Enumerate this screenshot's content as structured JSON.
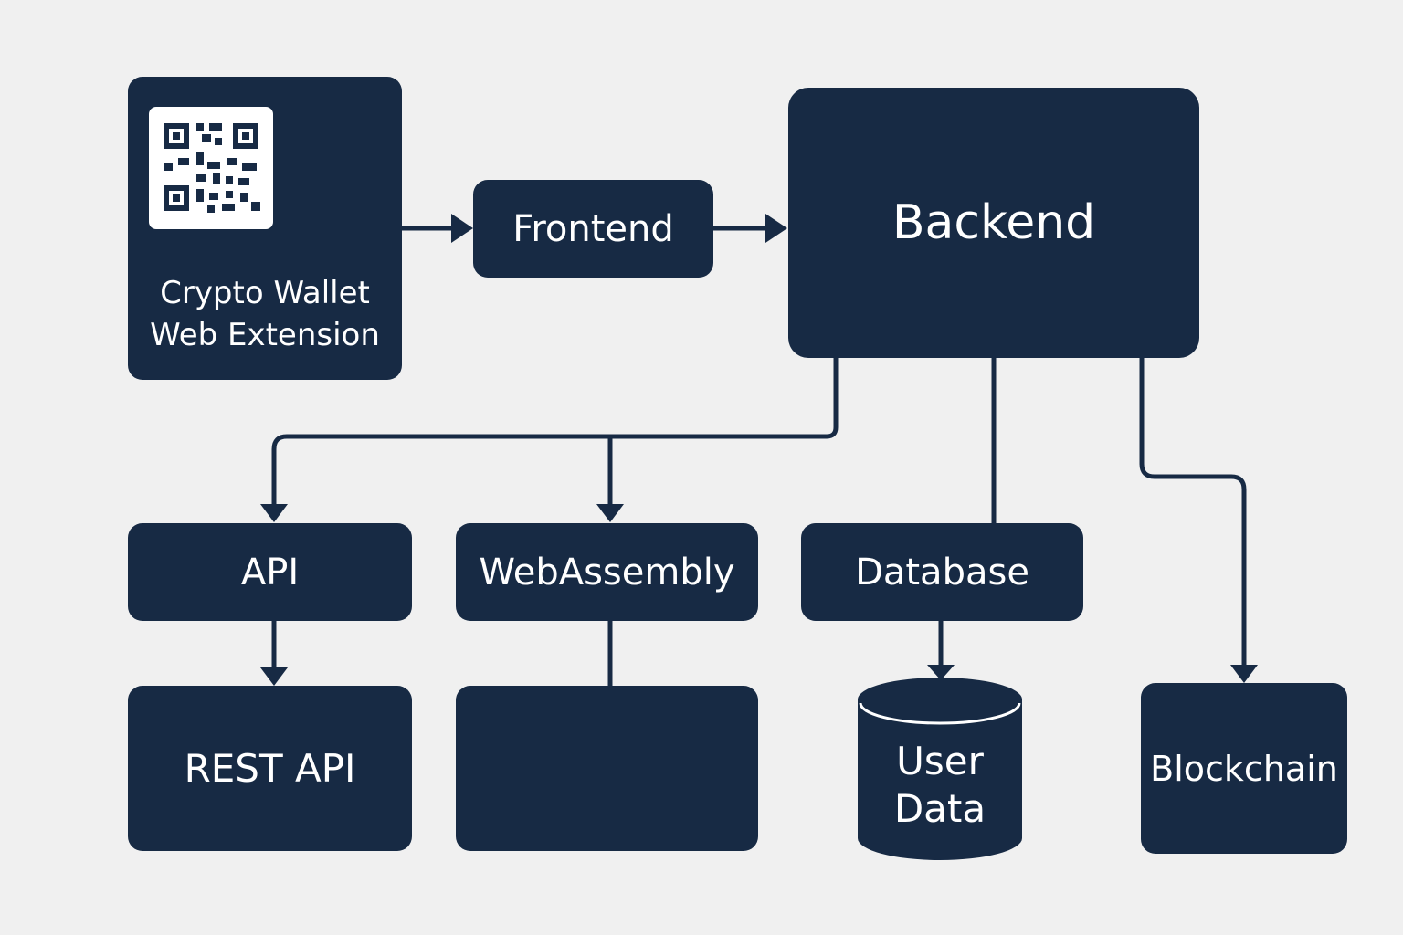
{
  "diagram": {
    "colors": {
      "node": "#172a44",
      "text": "#ffffff",
      "background": "#f0f0f0",
      "connector": "#172a44"
    },
    "nodes": {
      "wallet": {
        "label": "Crypto Wallet\nWeb Extension",
        "icon": "qr-code-icon"
      },
      "frontend": {
        "label": "Frontend"
      },
      "backend": {
        "label": "Backend"
      },
      "api": {
        "label": "API"
      },
      "webassembly": {
        "label": "WebAssembly"
      },
      "database": {
        "label": "Database"
      },
      "rest_api": {
        "label": "REST API"
      },
      "webassembly_child": {
        "label": ""
      },
      "user_data": {
        "label": "User\nData",
        "shape": "cylinder"
      },
      "blockchain": {
        "label": "Blockchain"
      }
    },
    "edges": [
      {
        "from": "wallet",
        "to": "frontend",
        "arrow": true
      },
      {
        "from": "frontend",
        "to": "backend",
        "arrow": true
      },
      {
        "from": "backend",
        "to": "api",
        "arrow": true
      },
      {
        "from": "backend",
        "to": "webassembly",
        "arrow": true
      },
      {
        "from": "backend",
        "to": "database",
        "arrow": false
      },
      {
        "from": "backend",
        "to": "blockchain",
        "arrow": true
      },
      {
        "from": "api",
        "to": "rest_api",
        "arrow": true
      },
      {
        "from": "webassembly",
        "to": "webassembly_child",
        "arrow": false
      },
      {
        "from": "database",
        "to": "user_data",
        "arrow": true
      }
    ]
  }
}
